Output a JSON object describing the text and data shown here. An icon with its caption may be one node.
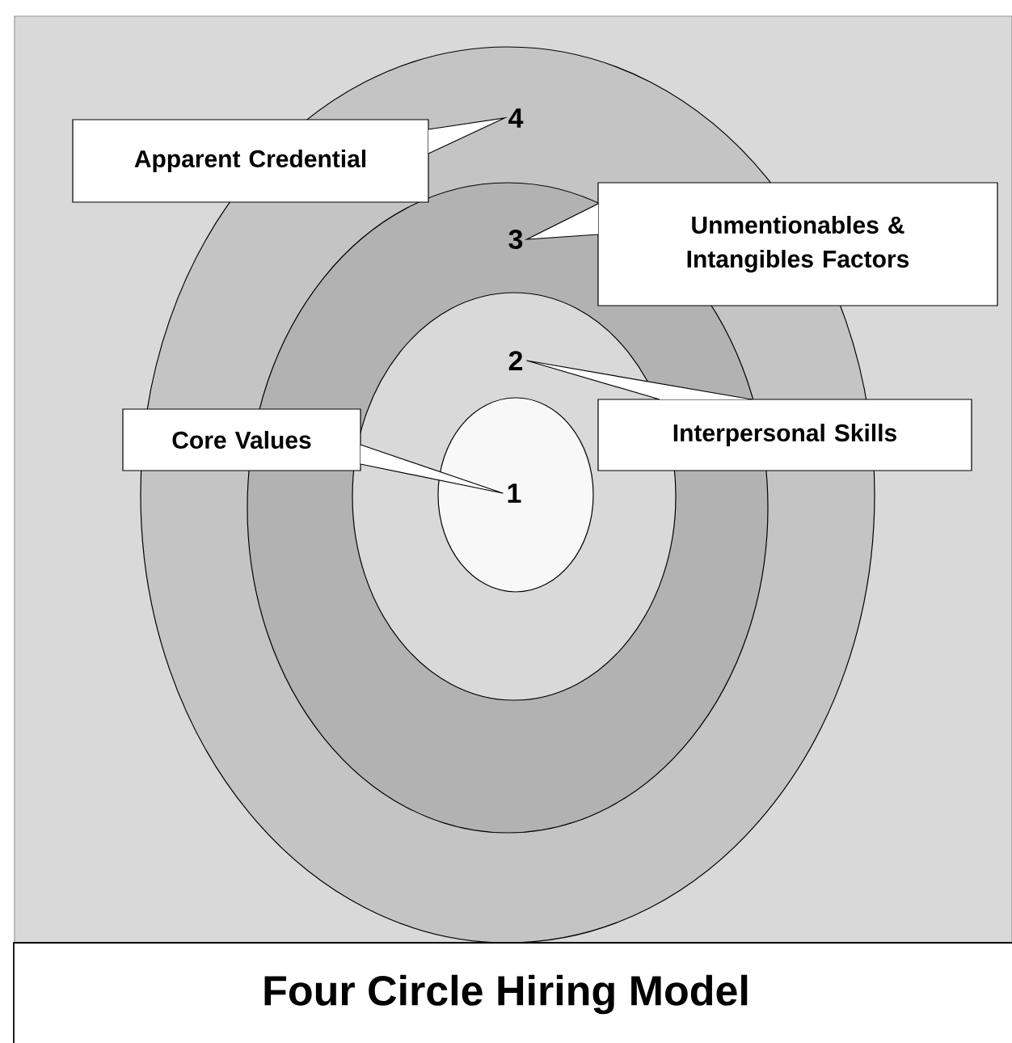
{
  "diagram": {
    "title": "Four Circle Hiring Model",
    "nodes": [
      {
        "text": [],
        "shape": "ellipse"
      },
      {
        "text": [],
        "shape": "ellipse",
        "in": 0
      },
      {
        "text": [],
        "shape": "ellipse",
        "in": 1
      },
      {
        "text": [],
        "shape": "ellipse",
        "in": 2
      },
      {
        "text": [
          "4"
        ],
        "in": 0
      },
      {
        "text": [
          "3"
        ],
        "in": 1
      },
      {
        "text": [
          "2"
        ],
        "in": 2
      },
      {
        "text": [
          "1"
        ],
        "in": 3
      },
      {
        "text": [
          "Apparent Credential"
        ]
      },
      {
        "text": [
          "Unmentionables & Intangibles Factors"
        ]
      },
      {
        "text": [
          "Interpersonal Skills"
        ]
      },
      {
        "text": [
          "Core Values"
        ]
      }
    ],
    "edges": [
      {
        "from": 8,
        "to": 4,
        "arrow": "to"
      },
      {
        "from": 9,
        "to": 5,
        "arrow": "to"
      },
      {
        "from": 10,
        "to": 6,
        "arrow": "none"
      },
      {
        "from": 11,
        "to": 7,
        "arrow": "none"
      }
    ]
  }
}
